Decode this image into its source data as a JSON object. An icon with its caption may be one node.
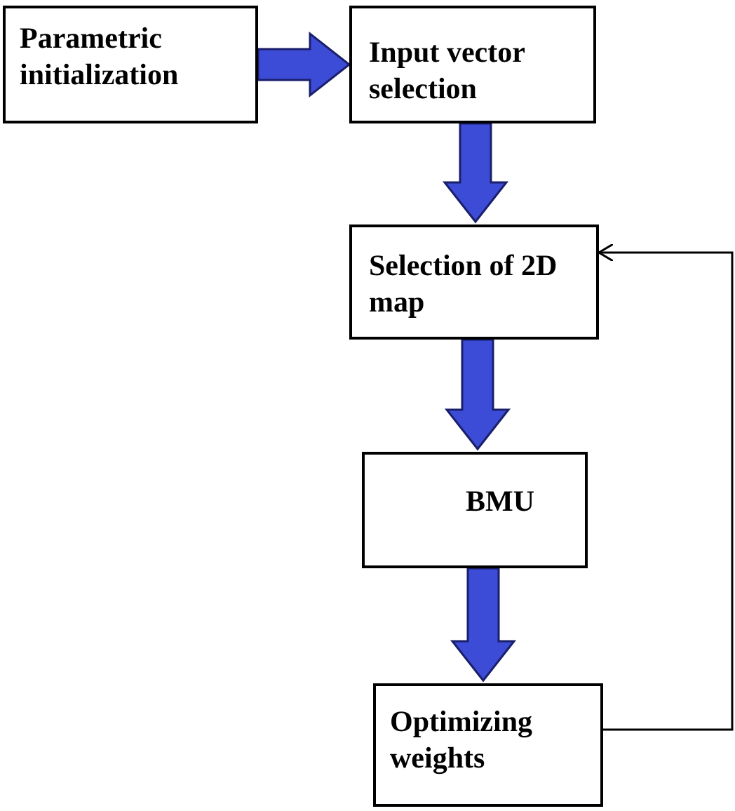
{
  "diagram": {
    "nodes": [
      {
        "text": [
          "Parametric initialization"
        ]
      },
      {
        "text": [
          "Input vector selection"
        ]
      },
      {
        "text": [
          "Selection of 2D map"
        ]
      },
      {
        "text": [
          "BMU"
        ]
      },
      {
        "text": [
          "Optimizing weights"
        ]
      }
    ],
    "edges": [
      {
        "from": 0,
        "to": 1,
        "arrow": "to",
        "style": "thick"
      },
      {
        "from": 1,
        "to": 2,
        "arrow": "to",
        "style": "thick"
      },
      {
        "from": 2,
        "to": 3,
        "arrow": "to",
        "style": "thick"
      },
      {
        "from": 3,
        "to": 4,
        "arrow": "to",
        "style": "thick"
      },
      {
        "from": 4,
        "to": 2,
        "arrow": "to"
      }
    ]
  }
}
